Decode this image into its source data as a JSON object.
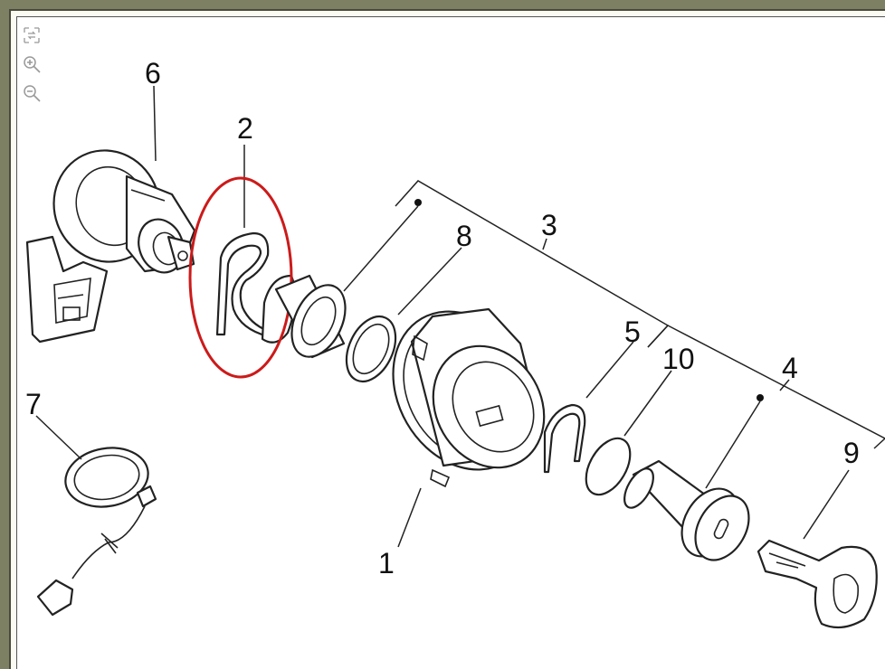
{
  "toolbar": {
    "fit_icon": "fit-to-window-icon",
    "zoom_in_icon": "zoom-in-icon",
    "zoom_out_icon": "zoom-out-icon"
  },
  "callouts": [
    "1",
    "2",
    "3",
    "4",
    "5",
    "6",
    "7",
    "8",
    "9",
    "10"
  ],
  "colors": {
    "highlight": "#cc1a1a",
    "frame_bg": "#7d8063",
    "line": "#222222"
  }
}
